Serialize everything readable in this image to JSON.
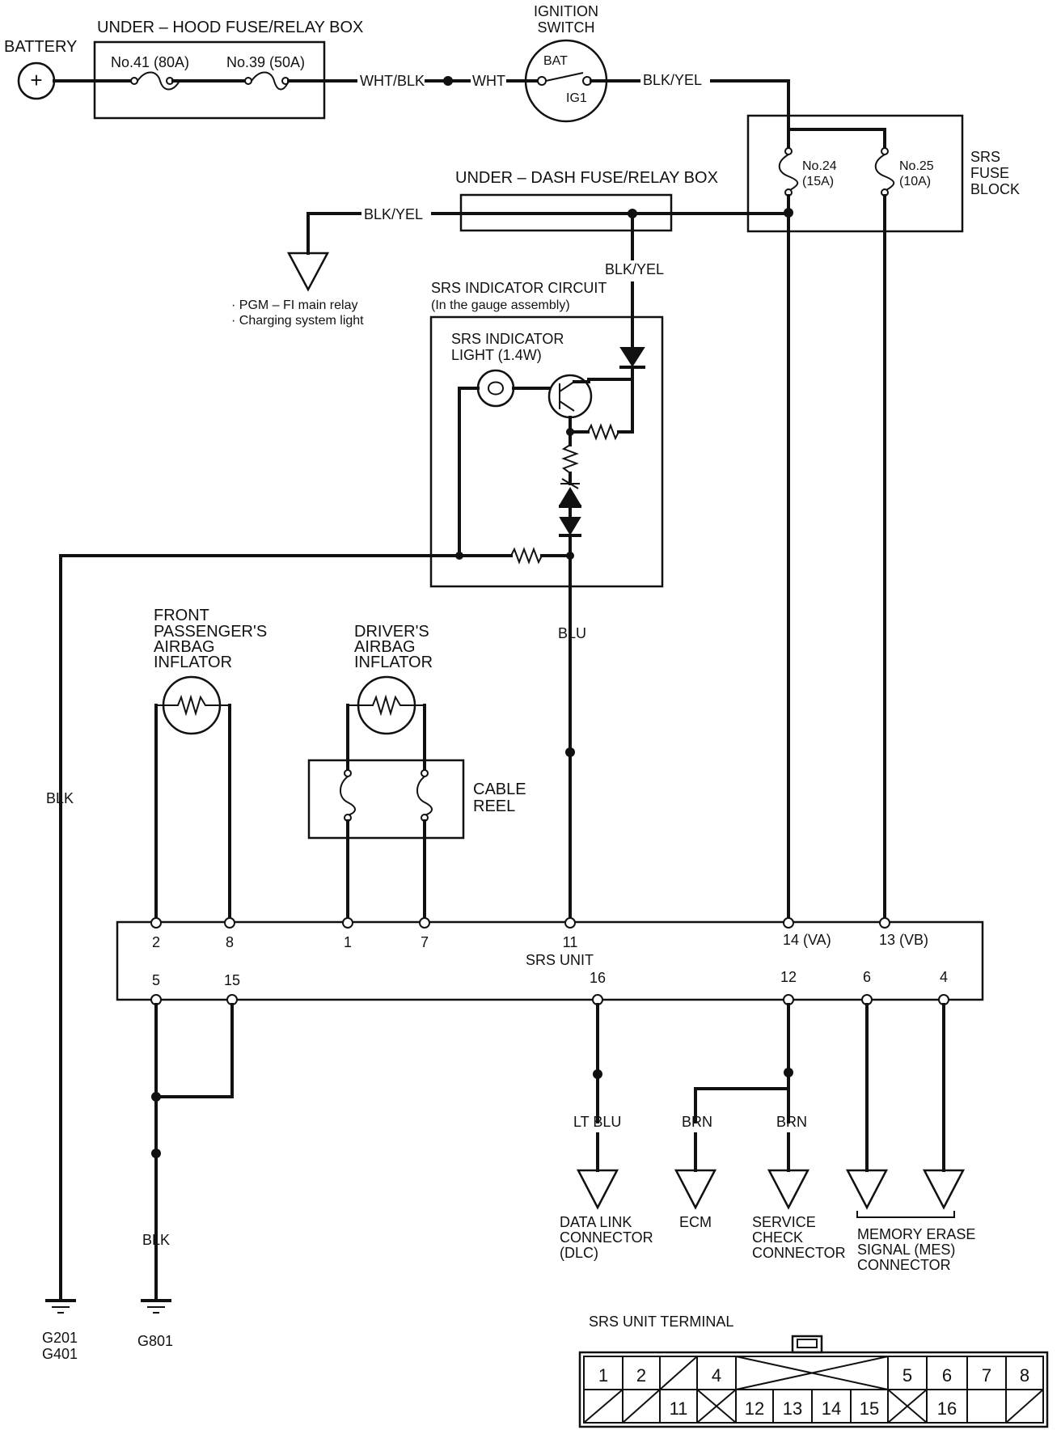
{
  "battery": {
    "label": "BATTERY",
    "symbol": "+"
  },
  "underhood": {
    "title": "UNDER – HOOD FUSE/RELAY BOX",
    "fuse41": "No.41 (80A)",
    "fuse39": "No.39 (50A)"
  },
  "wires": {
    "wht_blk": "WHT/BLK",
    "wht": "WHT",
    "blk_yel_ign": "BLK/YEL",
    "blk_yel_left": "BLK/YEL",
    "blk_yel_down": "BLK/YEL",
    "blu": "BLU",
    "blk_left": "BLK",
    "blk_ground": "BLK",
    "lt_blu": "LT BLU",
    "brn_ecm": "BRN",
    "brn_svc": "BRN"
  },
  "ignition": {
    "title1": "IGNITION",
    "title2": "SWITCH",
    "bat": "BAT",
    "ig1": "IG1"
  },
  "srs_fuse_block": {
    "title1": "SRS",
    "title2": "FUSE",
    "title3": "BLOCK",
    "fuse24_a": "No.24",
    "fuse24_b": "(15A)",
    "fuse25_a": "No.25",
    "fuse25_b": "(10A)"
  },
  "underdash": {
    "title": "UNDER – DASH FUSE/RELAY BOX"
  },
  "pgm_notes": [
    "· PGM – FI main relay",
    "· Charging system light"
  ],
  "indicator_circuit": {
    "title": "SRS INDICATOR CIRCUIT",
    "subtitle": "(In the gauge assembly)",
    "light1": "SRS INDICATOR",
    "light2": "LIGHT (1.4W)"
  },
  "front_pass": {
    "l1": "FRONT",
    "l2": "PASSENGER'S",
    "l3": "AIRBAG",
    "l4": "INFLATOR"
  },
  "driver": {
    "l1": "DRIVER'S",
    "l2": "AIRBAG",
    "l3": "INFLATOR"
  },
  "cable_reel": {
    "l1": "CABLE",
    "l2": "REEL"
  },
  "srs_unit": {
    "label": "SRS UNIT",
    "top_pins": [
      "2",
      "8",
      "1",
      "7",
      "11",
      "14 (VA)",
      "13 (VB)"
    ],
    "bottom_pins": [
      "5",
      "15",
      "16",
      "12",
      "6",
      "4"
    ]
  },
  "connectors": {
    "dlc": [
      "DATA LINK",
      "CONNECTOR",
      "(DLC)"
    ],
    "ecm": "ECM",
    "service": [
      "SERVICE",
      "CHECK",
      "CONNECTOR"
    ],
    "mes": [
      "MEMORY ERASE",
      "SIGNAL (MES)",
      "CONNECTOR"
    ]
  },
  "grounds": {
    "g201": "G201",
    "g401": "G401",
    "g801": "G801"
  },
  "terminal": {
    "title": "SRS UNIT TERMINAL",
    "row1": [
      "1",
      "2",
      "",
      "4",
      "",
      "",
      "",
      "5",
      "6",
      "7",
      "8"
    ],
    "row2": [
      "",
      "",
      "11",
      "",
      "12",
      "13",
      "14",
      "15",
      "",
      "16",
      ""
    ]
  }
}
